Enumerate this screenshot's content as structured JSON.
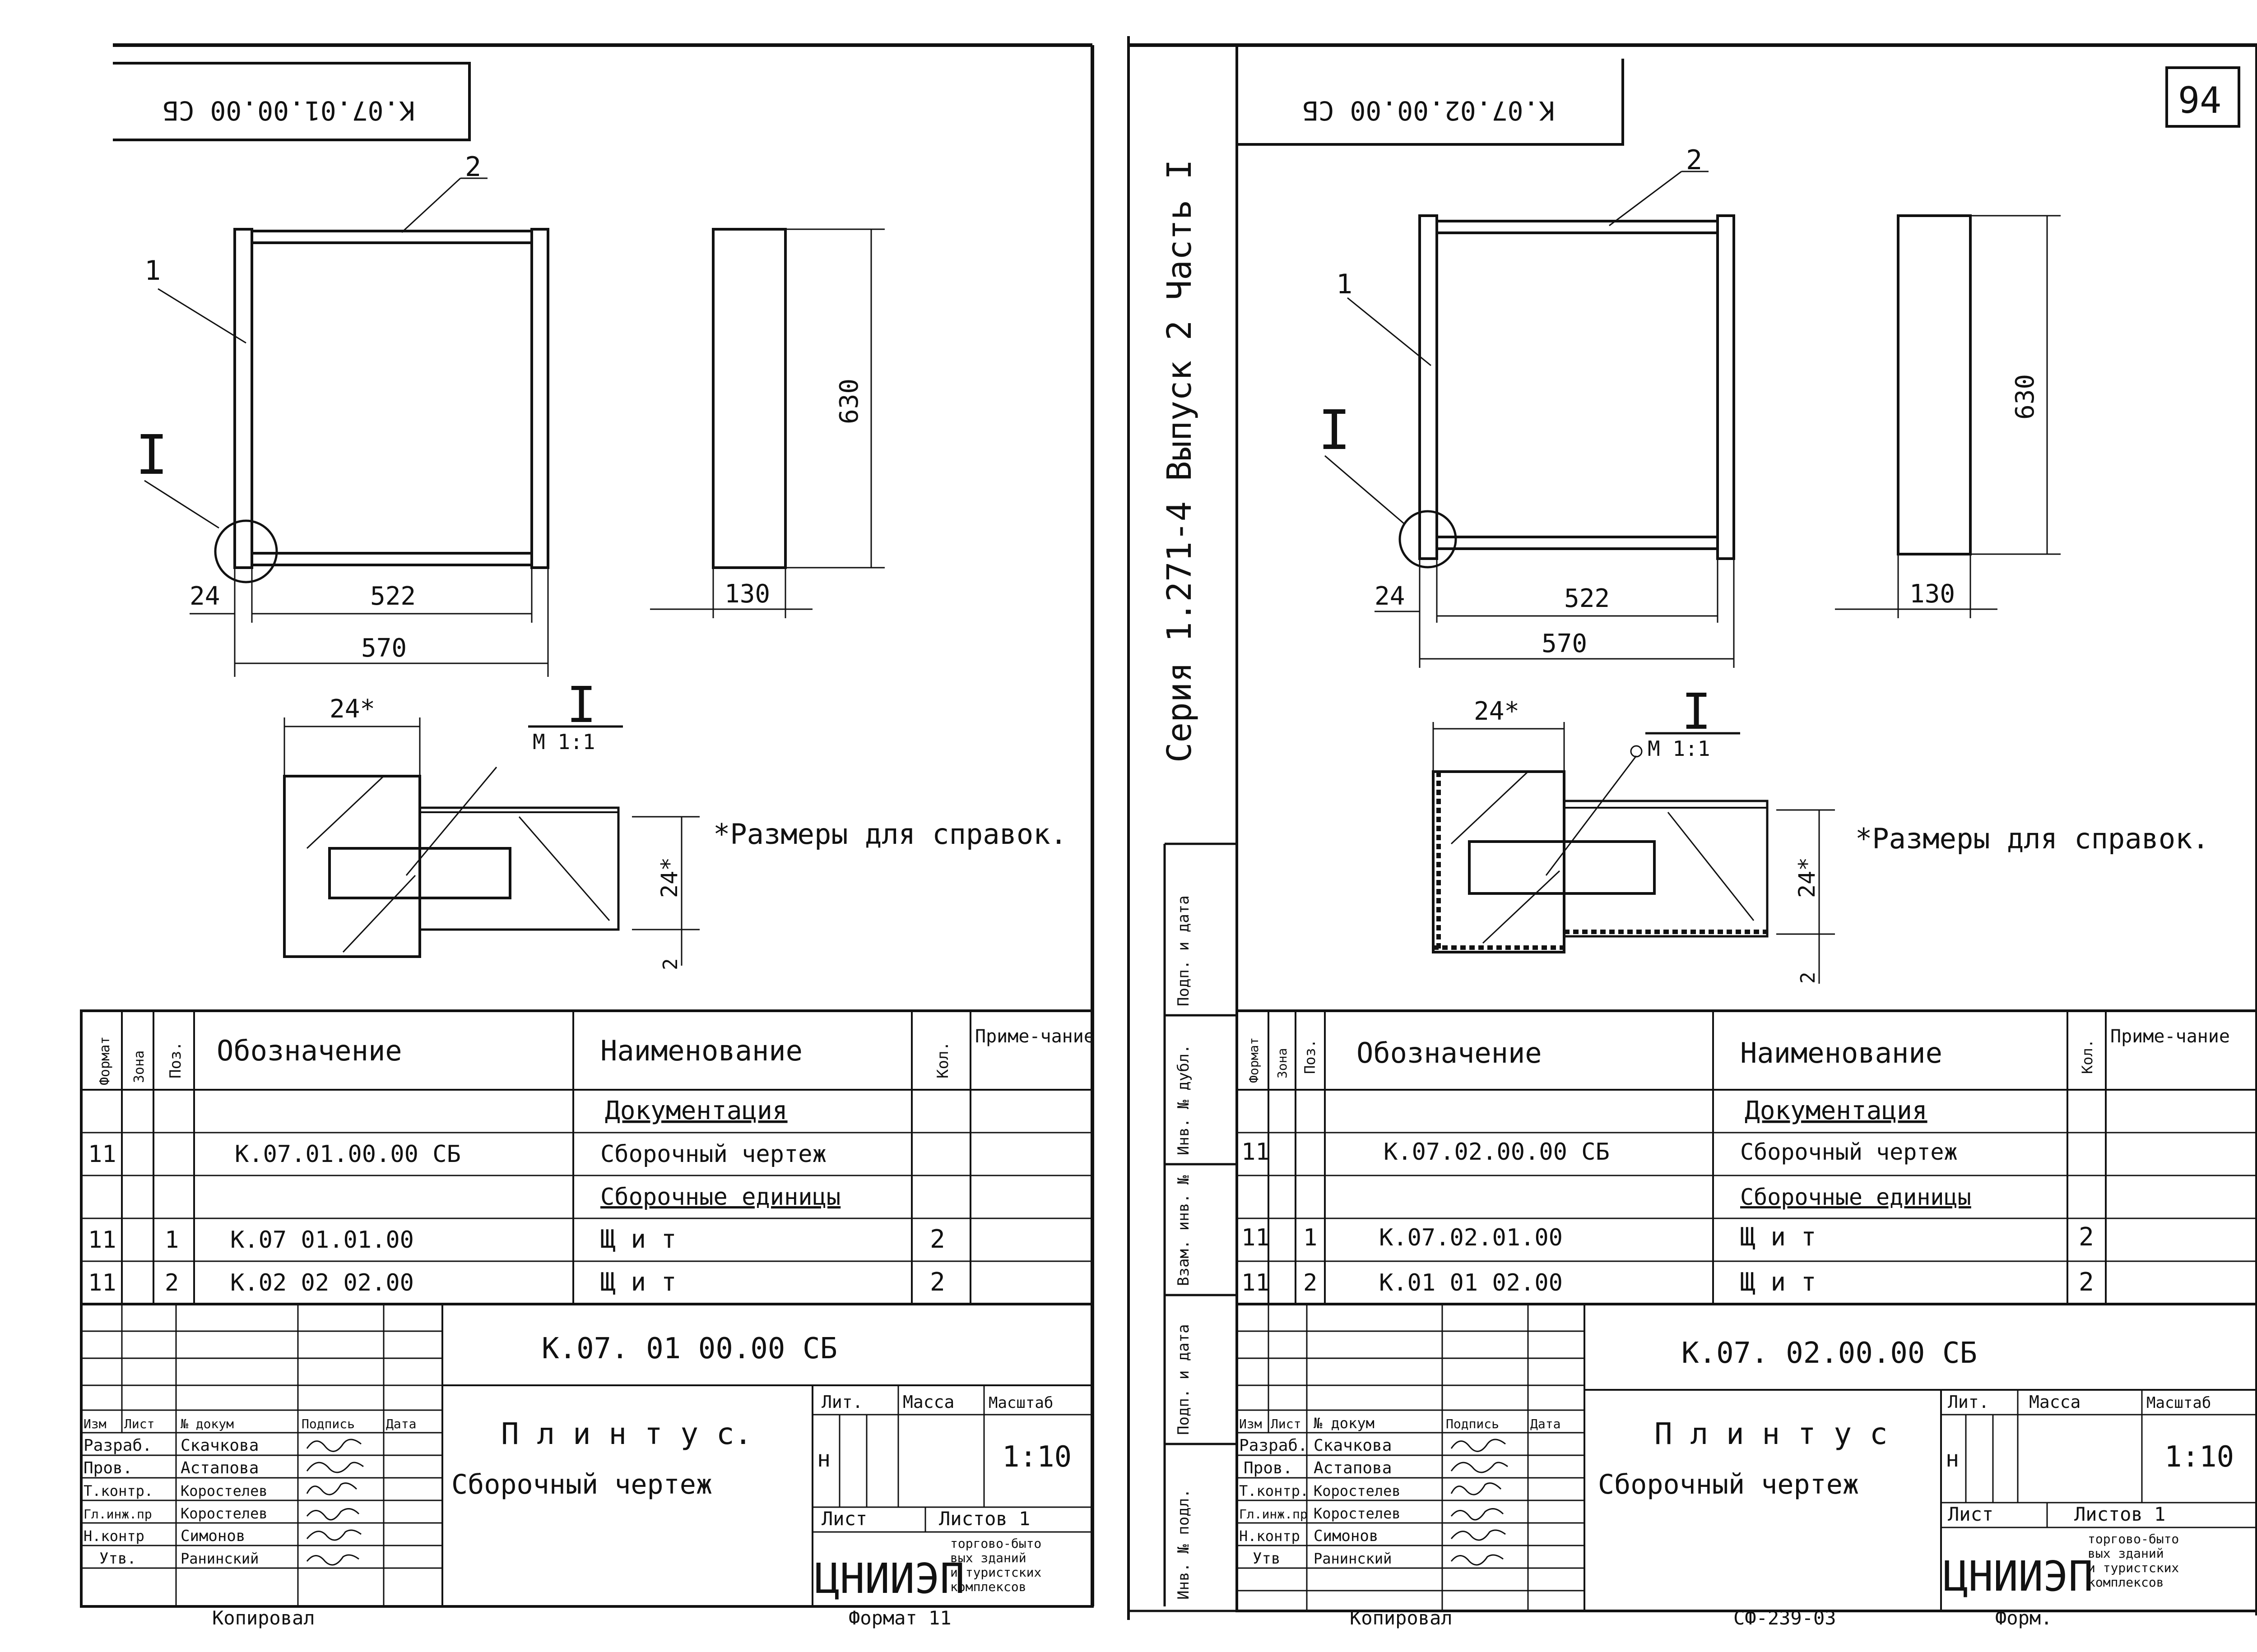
{
  "series_vertical_text": "Серия   1.271-4   Выпуск 2  Часть I",
  "page_number": "94",
  "side_stamp": {
    "podp_data_1": "Подп. и дата",
    "inv_dubl": "Инв. № дубл.",
    "vzam_inv": "Взам. инв. №",
    "podp_data_2": "Подп. и дата",
    "inv_podl": "Инв. № подл."
  },
  "footer": {
    "kopiroval_left": "Копировал",
    "format_left": "Формат 11",
    "kopiroval_right": "Копировал",
    "cf_code": "СФ-239-03",
    "format_right": "Форм."
  },
  "sheets": [
    {
      "top_designation": "К.07.01.00.00 СБ",
      "views": {
        "pos1": "1",
        "pos2": "2",
        "node": "I",
        "dim_24": "24",
        "dim_522": "522",
        "dim_570": "570",
        "dim_630": "630",
        "dim_130": "130",
        "detail_dim_24s": "24*",
        "detail_title": "I",
        "detail_scale": "М 1:1",
        "detail_dim_24v": "24*",
        "detail_dim_2": "2",
        "note": "*Размеры для справок."
      },
      "spec": {
        "headers": {
          "format": "Формат",
          "zone": "Зона",
          "pos": "Поз.",
          "designation": "Обозначение",
          "name": "Наименование",
          "qty": "Кол.",
          "note": "Приме-чание"
        },
        "rows": [
          {
            "format": "",
            "pos": "",
            "designation": "",
            "name": "Документация",
            "qty": "",
            "is_section": true
          },
          {
            "format": "11",
            "pos": "",
            "designation": "К.07.01.00.00 СБ",
            "name": "Сборочный   чертеж",
            "qty": ""
          },
          {
            "format": "",
            "pos": "",
            "designation": "",
            "name": "Сборочные единицы",
            "qty": "",
            "is_section": true
          },
          {
            "format": "11",
            "pos": "1",
            "designation": "К.07 01.01.00",
            "name": "Щ и т",
            "qty": "2"
          },
          {
            "format": "11",
            "pos": "2",
            "designation": "К.02 02 02.00",
            "name": "Щ и т",
            "qty": "2"
          }
        ]
      },
      "title_block": {
        "designation": "К.07. 01 00.00  СБ",
        "col_headers": [
          "Изм",
          "Лист",
          "№ докум",
          "Подпись",
          "Дата"
        ],
        "people": [
          {
            "role": "Разраб.",
            "name": "Скачкова"
          },
          {
            "role": "Пров.",
            "name": "Астапова"
          },
          {
            "role": "Т.контр.",
            "name": "Коростелев"
          },
          {
            "role": "Гл.инж.пр",
            "name": "Коростелев"
          },
          {
            "role": "Н.контр",
            "name": "Симонов"
          },
          {
            "role": "Утв.",
            "name": "Ранинский"
          }
        ],
        "title_line1": "П л и н т у с.",
        "title_line2": "Сборочный   чертеж",
        "lit_label": "Лит.",
        "mass_label": "Масса",
        "scale_label": "Масштаб",
        "lit_value": "н",
        "scale_value": "1:10",
        "sheet_label": "Лист",
        "sheets_label": "Листов 1",
        "org": "ЦНИИЭП",
        "org_desc": [
          "торгово-быто",
          "вых зданий",
          "и туристских",
          "комплексов"
        ]
      }
    },
    {
      "top_designation": "К.07.02.00.00 СБ",
      "views": {
        "pos1": "1",
        "pos2": "2",
        "node": "I",
        "dim_24": "24",
        "dim_522": "522",
        "dim_570": "570",
        "dim_630": "630",
        "dim_130": "130",
        "detail_dim_24s": "24*",
        "detail_title": "I",
        "detail_scale": "М 1:1",
        "detail_dim_24v": "24*",
        "detail_dim_2": "2",
        "note": "*Размеры для справок."
      },
      "spec": {
        "headers": {
          "format": "Формат",
          "zone": "Зона",
          "pos": "Поз.",
          "designation": "Обозначение",
          "name": "Наименование",
          "qty": "Кол.",
          "note": "Приме-чание"
        },
        "rows": [
          {
            "format": "",
            "pos": "",
            "designation": "",
            "name": "Документация",
            "qty": "",
            "is_section": true
          },
          {
            "format": "11",
            "pos": "",
            "designation": "К.07.02.00.00 СБ",
            "name": "Сборочный чертеж",
            "qty": ""
          },
          {
            "format": "",
            "pos": "",
            "designation": "",
            "name": "Сборочные единицы",
            "qty": "",
            "is_section": true
          },
          {
            "format": "11",
            "pos": "1",
            "designation": "К.07.02.01.00",
            "name": "Щ и т",
            "qty": "2"
          },
          {
            "format": "11",
            "pos": "2",
            "designation": "К.01 01 02.00",
            "name": "Щ и т",
            "qty": "2"
          }
        ]
      },
      "title_block": {
        "designation": "К.07. 02.00.00  СБ",
        "col_headers": [
          "Изм",
          "Лист",
          "№ докум",
          "Подпись",
          "Дата"
        ],
        "people": [
          {
            "role": "Разраб.",
            "name": "Скачкова"
          },
          {
            "role": "Пров.",
            "name": "Астапова"
          },
          {
            "role": "Т.контр.",
            "name": "Коростелев"
          },
          {
            "role": "Гл.инж.пр",
            "name": "Коростелев"
          },
          {
            "role": "Н.контр",
            "name": "Симонов"
          },
          {
            "role": "Утв",
            "name": "Ранинский"
          }
        ],
        "title_line1": "П л и н т у с",
        "title_line2": "Сборочный   чертеж",
        "lit_label": "Лит.",
        "mass_label": "Масса",
        "scale_label": "Масштаб",
        "lit_value": "н",
        "scale_value": "1:10",
        "sheet_label": "Лист",
        "sheets_label": "Листов 1",
        "org": "ЦНИИЭП",
        "org_desc": [
          "торгово-быто",
          "вых зданий",
          "и туристских",
          "комплексов"
        ]
      }
    }
  ]
}
